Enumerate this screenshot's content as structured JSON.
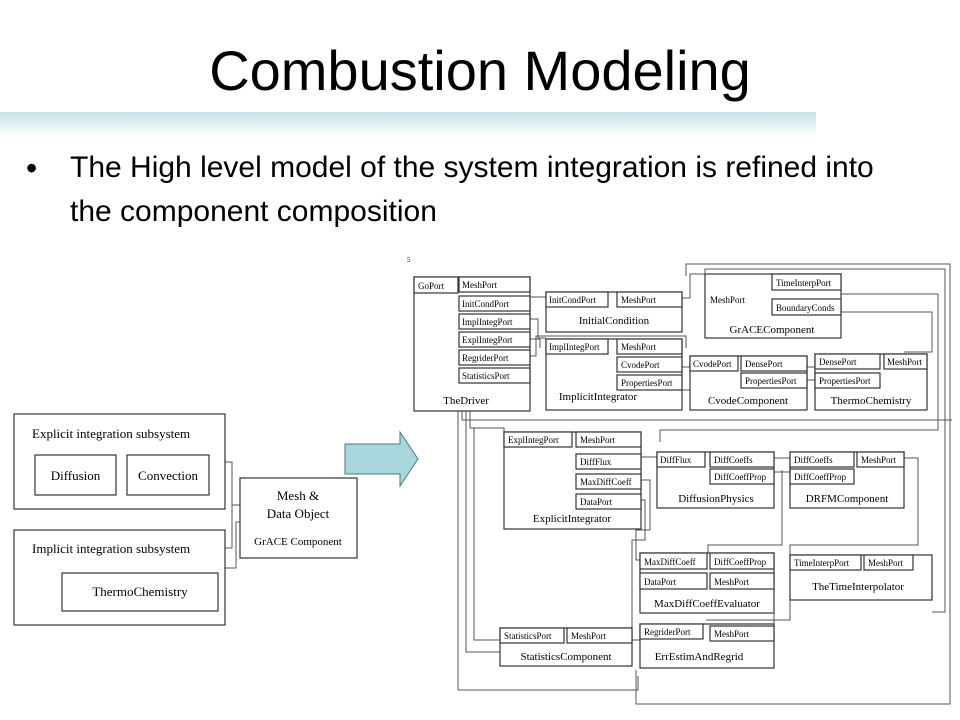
{
  "slide": {
    "title": "Combustion Modeling",
    "bullet_mark": "•",
    "bullet_text": "The High level model of the system integration is refined into the component composition"
  },
  "colors": {
    "title_bar": "#c9e3e6",
    "arrow_fill": "#a9d6dc"
  },
  "left_diagram": {
    "explicit_subsystem": "Explicit integration subsystem",
    "diffusion": "Diffusion",
    "convection": "Convection",
    "implicit_subsystem": "Implicit integration subsystem",
    "thermochemistry": "ThermoChemistry",
    "mesh_line1": "Mesh &",
    "mesh_line2": "Data Object",
    "grace_label": "GrACE Component"
  },
  "arrow": {
    "icon": "right-arrow-icon"
  },
  "right_diagram": {
    "corner_mark": "5",
    "driver": {
      "name": "TheDriver",
      "go": "GoPort",
      "ports": [
        "MeshPort",
        "InitCondPort",
        "ImplIntegPort",
        "ExplIntegPort",
        "RegriderPort",
        "StatisticsPort"
      ]
    },
    "initial": {
      "name": "InitialCondition",
      "ports": [
        "InitCondPort",
        "MeshPort"
      ]
    },
    "grace": {
      "name": "GrACEComponent",
      "mesh": "MeshPort",
      "ports": [
        "TimeInterpPort",
        "BoundaryConds"
      ]
    },
    "implicit": {
      "name": "ImplicitIntegrator",
      "ports": [
        "ImplIntegPort",
        "MeshPort",
        "CvodePort",
        "PropertiesPort"
      ]
    },
    "cvode": {
      "name": "CvodeComponent",
      "ports": [
        "CvodePort",
        "DensePort",
        "PropertiesPort"
      ]
    },
    "thermo": {
      "name": "ThermoChemistry",
      "ports": [
        "DensePort",
        "MeshPort",
        "PropertiesPort"
      ]
    },
    "explicit": {
      "name": "ExplicitIntegrator",
      "ports": [
        "ExplIntegPort",
        "MeshPort",
        "DiffFlux",
        "MaxDiffCoeff",
        "DataPort"
      ]
    },
    "diffusion": {
      "name": "DiffusionPhysics",
      "ports": [
        "DiffFlux",
        "DiffCoeffs",
        "DiffCoeffProp"
      ]
    },
    "drfm": {
      "name": "DRFMComponent",
      "ports": [
        "DiffCoeffs",
        "MeshPort",
        "DiffCoeffProp"
      ]
    },
    "maxdiff": {
      "name": "MaxDiffCoeffEvaluator",
      "ports": [
        "MaxDiffCoeff",
        "DiffCoeffProp",
        "DataPort",
        "MeshPort"
      ]
    },
    "timeinterp": {
      "name": "TheTimeInterpolator",
      "ports": [
        "TimeInterpPort",
        "MeshPort"
      ]
    },
    "statistics": {
      "name": "StatisticsComponent",
      "ports": [
        "StatisticsPort",
        "MeshPort"
      ]
    },
    "errestim": {
      "name": "ErrEstimAndRegrid",
      "ports": [
        "RegriderPort",
        "MeshPort"
      ]
    }
  }
}
